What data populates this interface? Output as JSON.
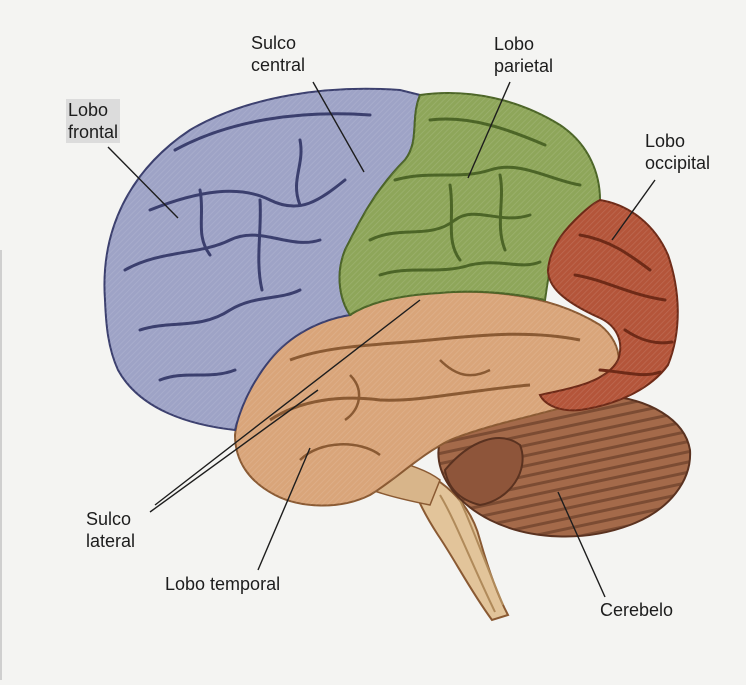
{
  "diagram": {
    "subject": "Lateral view of the human brain",
    "colors": {
      "background": "#f4f4f2",
      "frontal": "#9ea3c6",
      "frontal_dark": "#3b3f6e",
      "parietal": "#8ea65a",
      "parietal_dark": "#4c6527",
      "occipital": "#b4553a",
      "occipital_dark": "#6e2a17",
      "temporal": "#d9a57a",
      "temporal_dark": "#8a5a33",
      "cerebellum": "#a46a4a",
      "cerebellum_dark": "#5a3220",
      "brainstem": "#e2c49a",
      "label_text": "#1d1d1d",
      "leader_line": "#1d1d1d"
    },
    "labels": {
      "frontal": "Lobo\nfrontal",
      "central_sulcus": "Sulco\ncentral",
      "parietal": "Lobo\nparietal",
      "occipital": "Lobo\noccipital",
      "lateral_sulcus": "Sulco\nlateral",
      "temporal": "Lobo temporal",
      "cerebellum": "Cerebelo"
    }
  }
}
